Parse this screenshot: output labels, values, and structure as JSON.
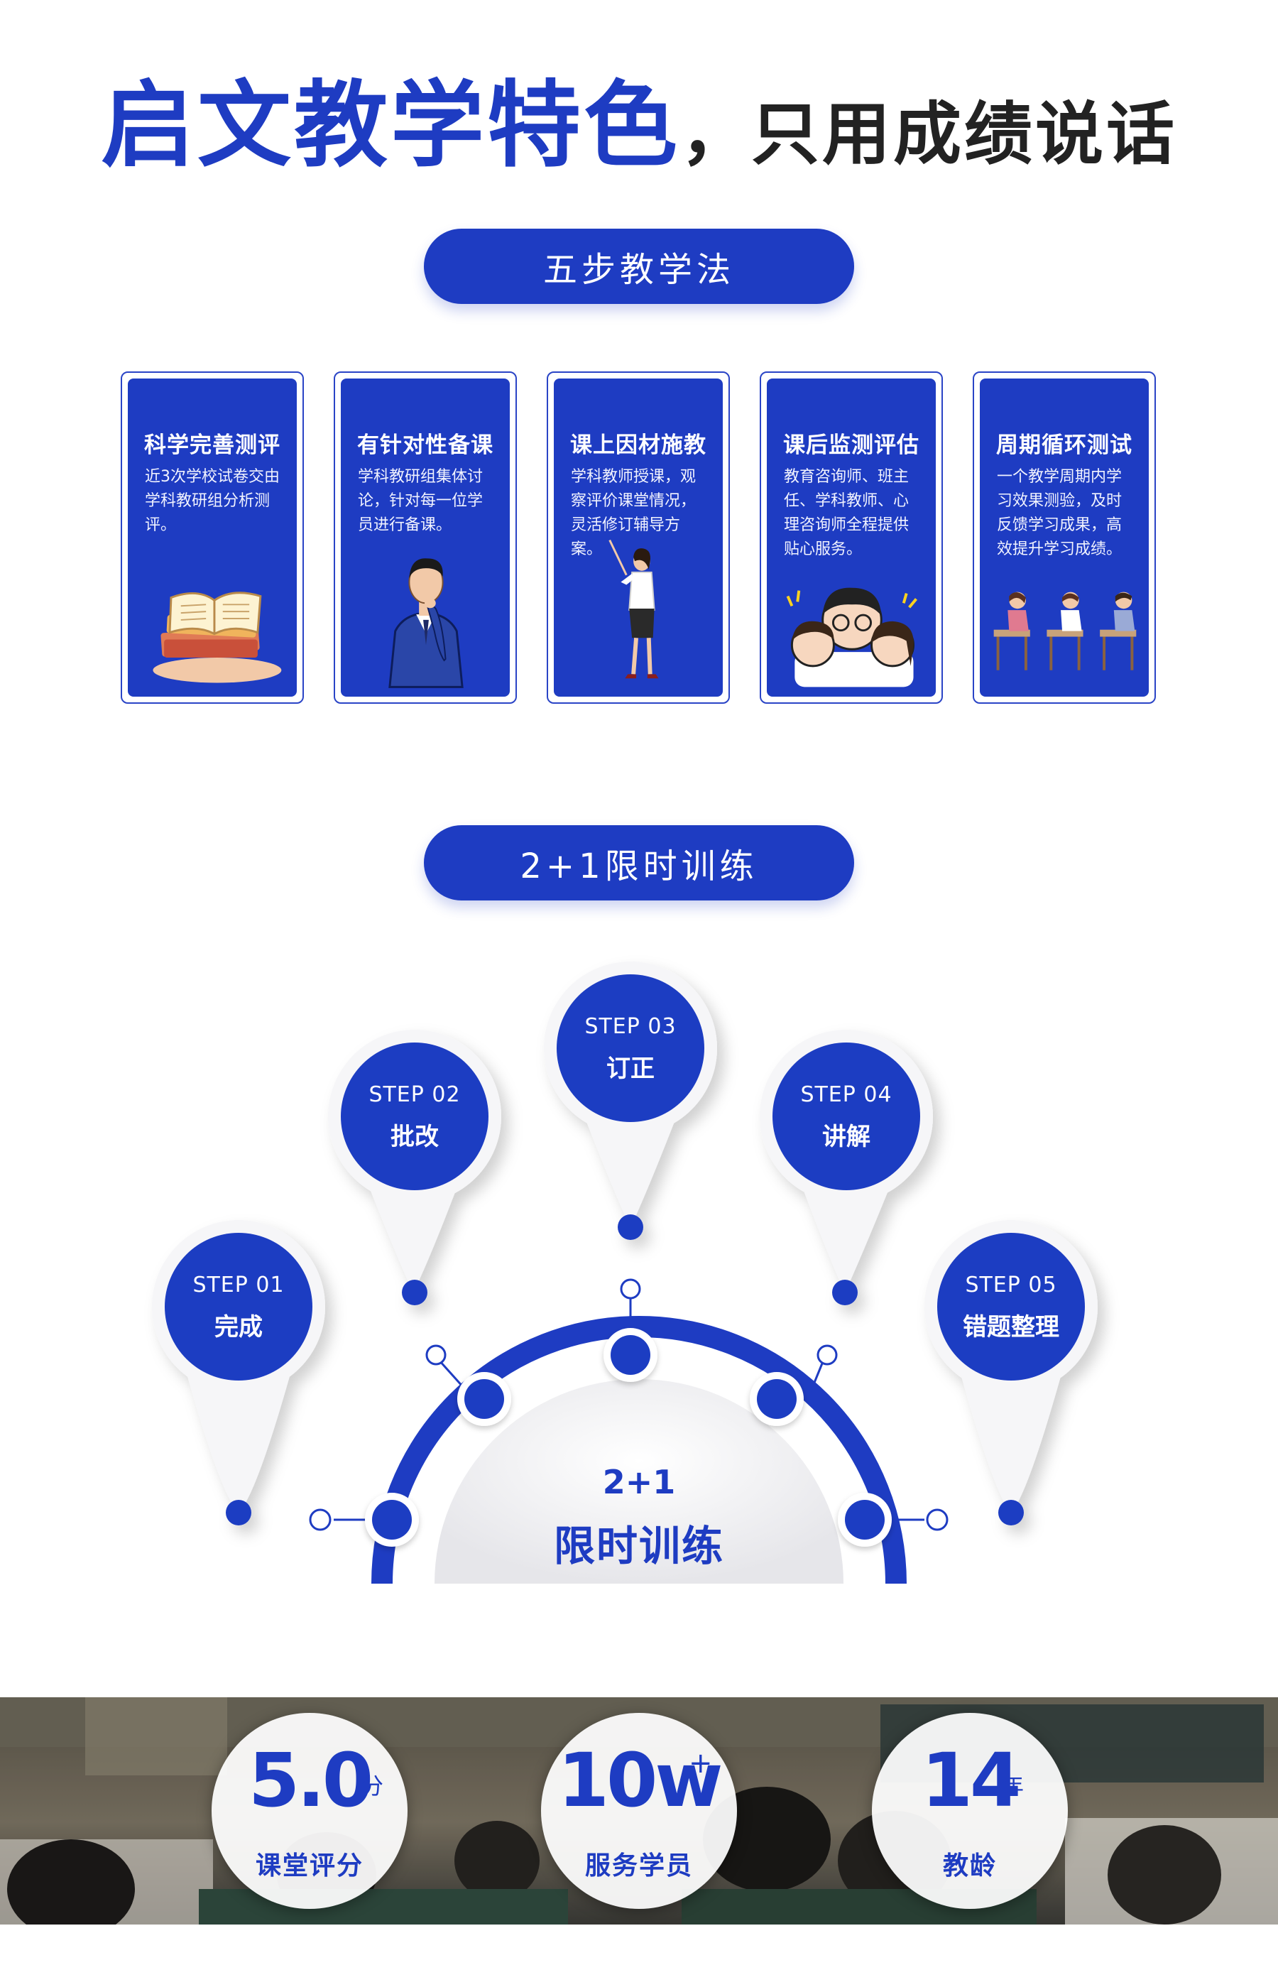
{
  "headline": {
    "blue_text": "启文教学特色",
    "comma": "，",
    "dark_text": "只用成绩说话"
  },
  "section1": {
    "pill": "五步教学法"
  },
  "cards": [
    {
      "title": "科学完善测评",
      "desc": "近3次学校试卷交由学科教研组分析测评。",
      "icon": "books-icon"
    },
    {
      "title": "有针对性备课",
      "desc": "学科教研组集体讨论，针对每一位学员进行备课。",
      "icon": "teacher-thinking-icon"
    },
    {
      "title": "课上因材施教",
      "desc": "学科教师授课，观察评价课堂情况，灵活修订辅导方案。",
      "icon": "teacher-pointer-icon"
    },
    {
      "title": "课后监测评估",
      "desc": "教育咨询师、班主任、学科教师、心理咨询师全程提供贴心服务。",
      "icon": "kids-group-icon"
    },
    {
      "title": "周期循环测试",
      "desc": "一个教学周期内学习效果测验，及时反馈学习成果，高效提升学习成绩。",
      "icon": "students-desks-icon"
    }
  ],
  "section2": {
    "pill": "2+1限时训练"
  },
  "center": {
    "line1": "2+1",
    "line2": "限时训练"
  },
  "steps": [
    {
      "num": "STEP 01",
      "name": "完成"
    },
    {
      "num": "STEP 02",
      "name": "批改"
    },
    {
      "num": "STEP 03",
      "name": "订正"
    },
    {
      "num": "STEP 04",
      "name": "讲解"
    },
    {
      "num": "STEP 05",
      "name": "错题整理"
    }
  ],
  "stats": [
    {
      "value": "5.0",
      "unit": "分",
      "label": "课堂评分"
    },
    {
      "value": "10w",
      "unit": "+",
      "label": "服务学员"
    },
    {
      "value": "14",
      "unit": "年",
      "label": "教龄"
    }
  ],
  "colors": {
    "brand_blue": "#1e3cc2",
    "text_dark": "#222222"
  }
}
